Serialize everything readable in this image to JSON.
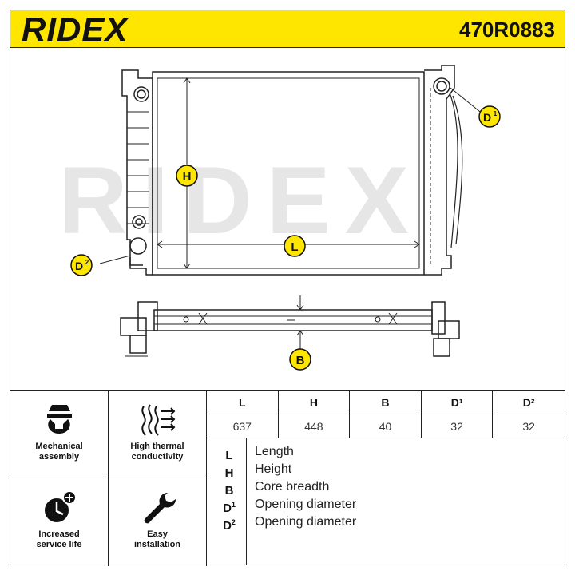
{
  "header": {
    "brand": "RIDEX",
    "part_number": "470R0883"
  },
  "drawing": {
    "watermark": "RIDEX",
    "labels": {
      "height": "H",
      "length": "L",
      "breadth": "B",
      "d1": "D",
      "d1_sup": "1",
      "d2": "D",
      "d2_sup": "2"
    }
  },
  "features": [
    {
      "label_line1": "Mechanical",
      "label_line2": "assembly",
      "icon": "wrench-nut-icon"
    },
    {
      "label_line1": "High thermal",
      "label_line2": "conductivity",
      "icon": "heat-waves-icon"
    },
    {
      "label_line1": "Increased",
      "label_line2": "service life",
      "icon": "clock-plus-icon"
    },
    {
      "label_line1": "Easy",
      "label_line2": "installation",
      "icon": "wrench-icon"
    }
  ],
  "dimensions": {
    "headers": [
      "L",
      "H",
      "B",
      "D¹",
      "D²"
    ],
    "values": [
      "637",
      "448",
      "40",
      "32",
      "32"
    ]
  },
  "legend": [
    {
      "symbol": "L",
      "sup": "",
      "text": "Length"
    },
    {
      "symbol": "H",
      "sup": "",
      "text": "Height"
    },
    {
      "symbol": "B",
      "sup": "",
      "text": "Core breadth"
    },
    {
      "symbol": "D",
      "sup": "1",
      "text": "Opening diameter"
    },
    {
      "symbol": "D",
      "sup": "2",
      "text": "Opening diameter"
    }
  ],
  "colors": {
    "accent_yellow": "#ffe600",
    "line": "#222222",
    "watermark": "#e2e2e2"
  }
}
